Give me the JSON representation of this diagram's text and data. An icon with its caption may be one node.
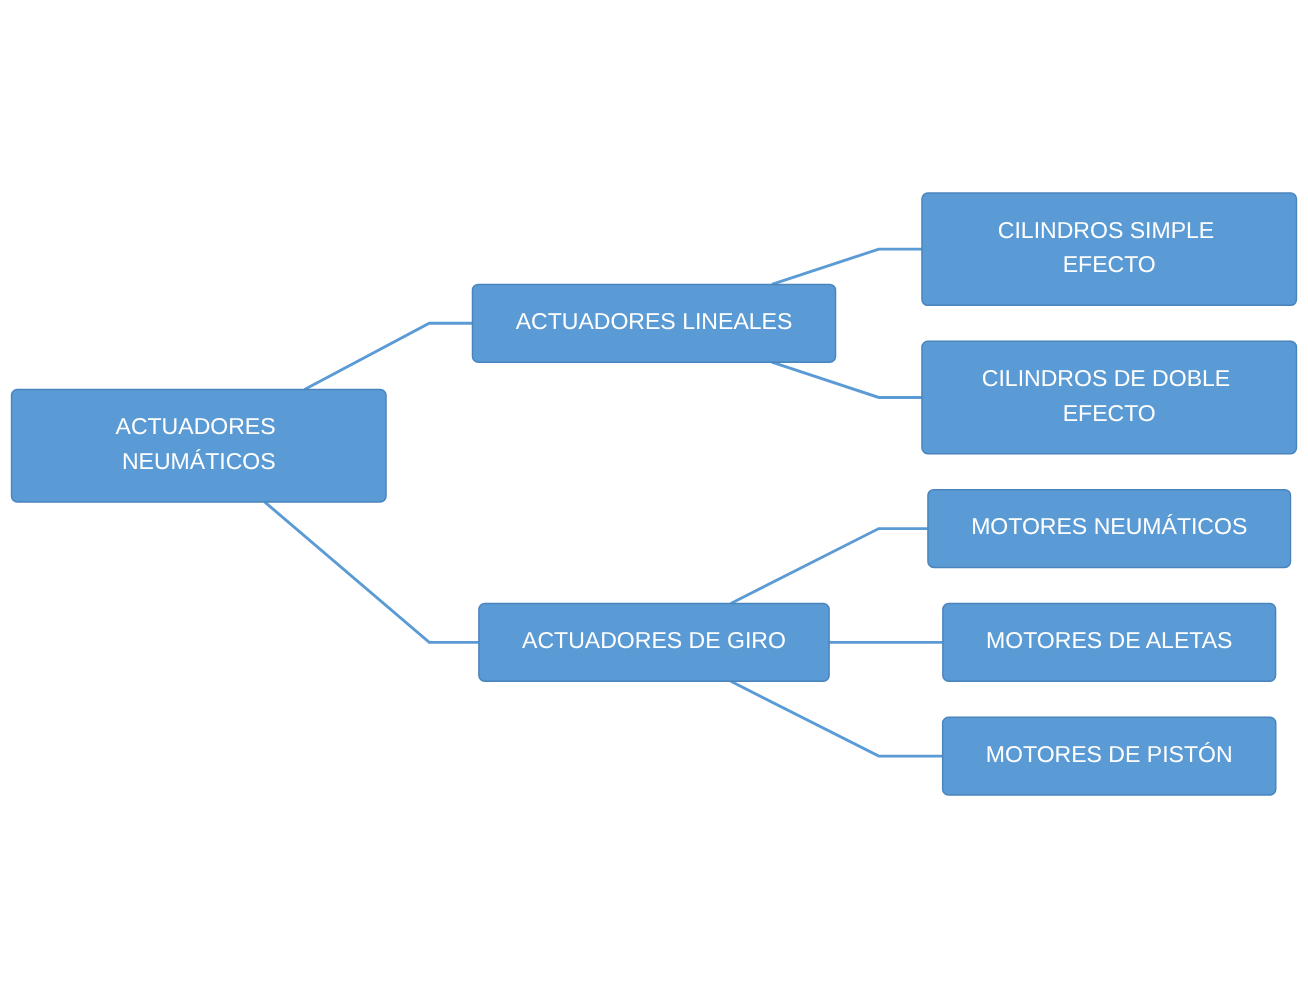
{
  "diagram": {
    "nodes": [
      {
        "text": [
          "ACTUADORES NEUMÁTICOS"
        ]
      },
      {
        "text": [
          "ACTUADORES LINEALES"
        ]
      },
      {
        "text": [
          "ACTUADORES DE GIRO"
        ]
      },
      {
        "text": [
          "CILINDROS SIMPLE EFECTO"
        ]
      },
      {
        "text": [
          "CILINDROS DE DOBLE EFECTO"
        ]
      },
      {
        "text": [
          "MOTORES NEUMÁTICOS"
        ]
      },
      {
        "text": [
          "MOTORES DE ALETAS"
        ]
      },
      {
        "text": [
          "MOTORES DE PISTÓN"
        ]
      }
    ],
    "edges": [
      {
        "from": 0,
        "to": 1,
        "arrow": "none"
      },
      {
        "from": 0,
        "to": 2,
        "arrow": "none"
      },
      {
        "from": 1,
        "to": 3,
        "arrow": "none"
      },
      {
        "from": 1,
        "to": 4,
        "arrow": "none"
      },
      {
        "from": 2,
        "to": 5,
        "arrow": "none"
      },
      {
        "from": 2,
        "to": 6,
        "arrow": "none"
      },
      {
        "from": 2,
        "to": 7,
        "arrow": "none"
      }
    ]
  }
}
